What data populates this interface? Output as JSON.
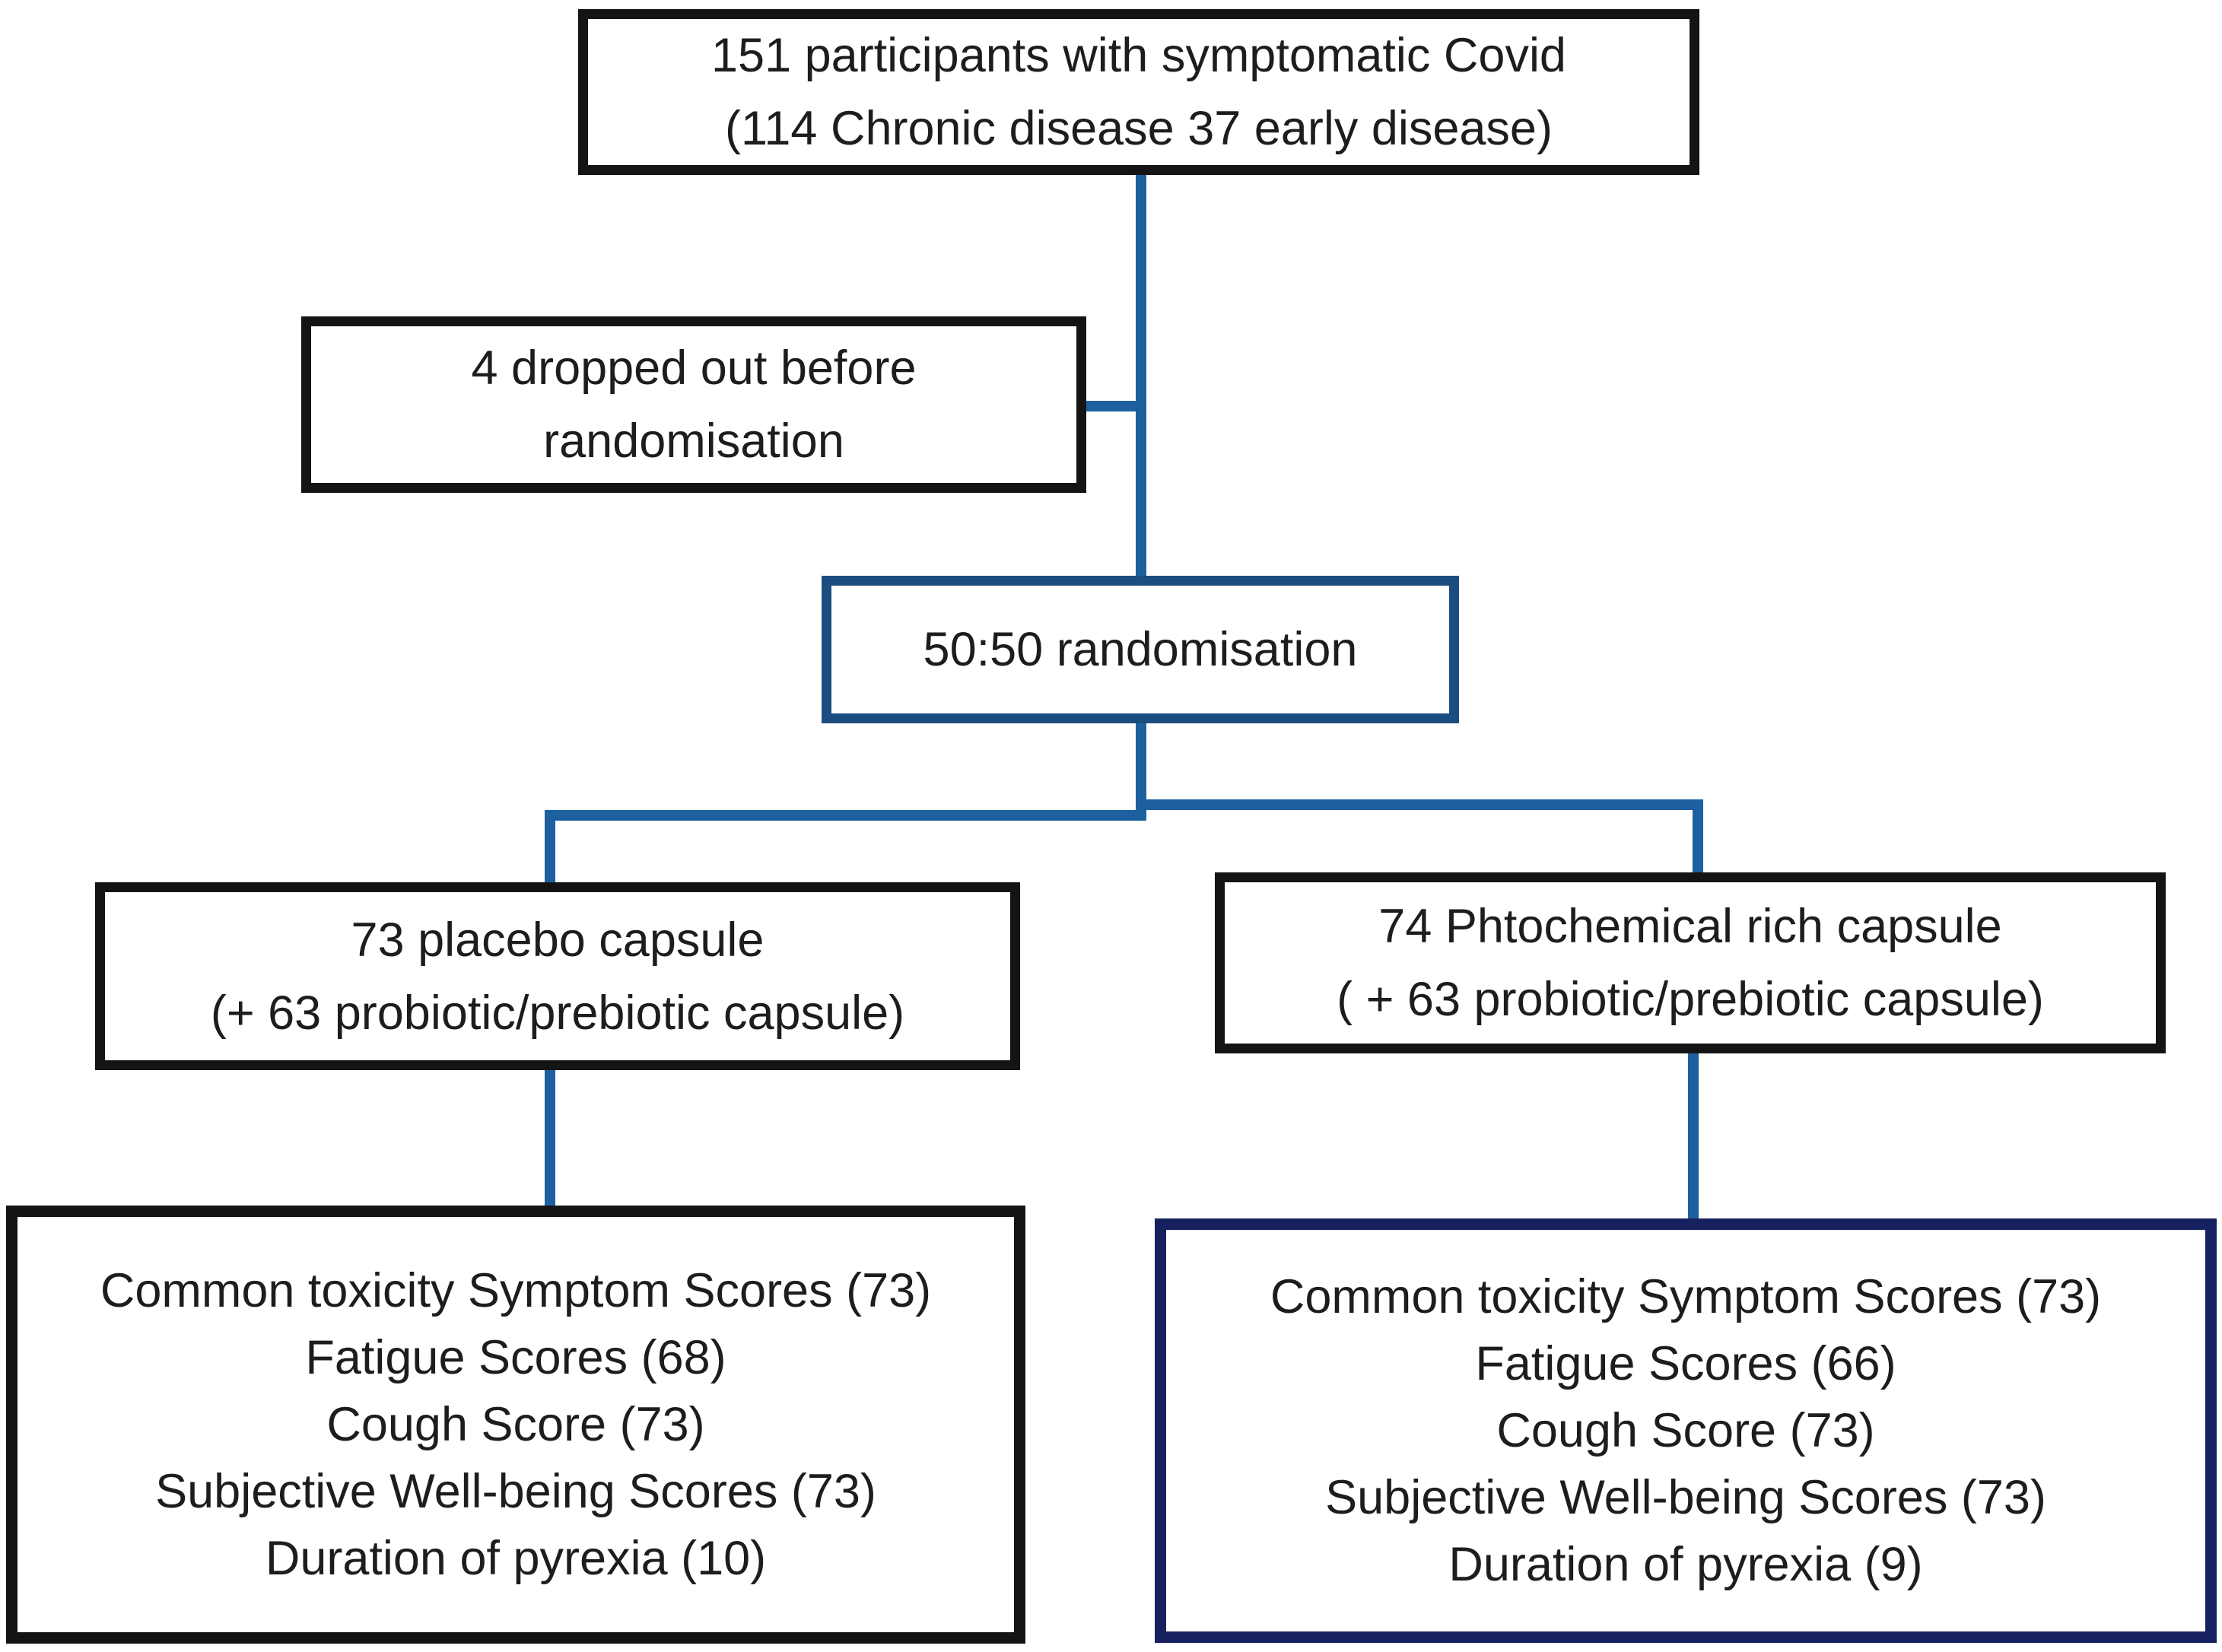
{
  "diagram_type": "participant-flow-chart",
  "colors": {
    "connector": "#1d609f",
    "black_border": "#141414",
    "randomisation_border": "#1c4d80",
    "outcome_phytochemical_border": "#18215f",
    "text": "#1d1d1d",
    "background": "#ffffff"
  },
  "boxes": {
    "enrollment": {
      "line1": "151 participants with symptomatic Covid",
      "line2": "(114 Chronic disease 37 early disease)"
    },
    "dropout": {
      "line1": "4 dropped out before",
      "line2": "randomisation"
    },
    "randomisation": {
      "label": "50:50 randomisation"
    },
    "placebo_arm": {
      "line1": "73 placebo capsule",
      "line2": "(+ 63 probiotic/prebiotic capsule)"
    },
    "phytochemical_arm": {
      "line1": "74 Phtochemical rich capsule",
      "line2": "( + 63 probiotic/prebiotic capsule)"
    },
    "placebo_outcomes": {
      "lines": [
        "Common toxicity Symptom Scores (73)",
        "Fatigue Scores (68)",
        "Cough Score (73)",
        "Subjective Well-being Scores (73)",
        "Duration of pyrexia (10)"
      ]
    },
    "phytochemical_outcomes": {
      "lines": [
        "Common toxicity Symptom Scores (73)",
        "Fatigue Scores (66)",
        "Cough Score (73)",
        "Subjective Well-being Scores (73)",
        "Duration of pyrexia (9)"
      ]
    }
  }
}
